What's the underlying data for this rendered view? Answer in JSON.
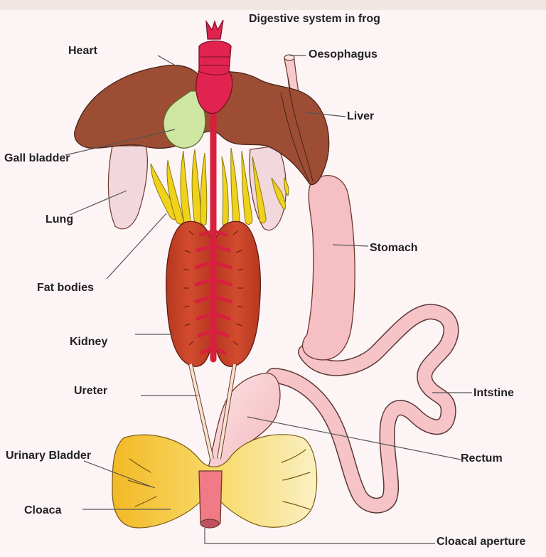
{
  "title": "Digestive system in frog",
  "labels": {
    "heart": "Heart",
    "oesophagus": "Oesophagus",
    "liver": "Liver",
    "gall_bladder": "Gall bladder",
    "lung": "Lung",
    "stomach": "Stomach",
    "fat_bodies": "Fat bodies",
    "kidney": "Kidney",
    "ureter": "Ureter",
    "intestine": "Intstine",
    "urinary_bladder": "Urinary Bladder",
    "rectum": "Rectum",
    "cloaca": "Cloaca",
    "cloacal_aperture": "Cloacal aperture"
  },
  "colors": {
    "background": "#fdf4f6",
    "heart": "#e0244f",
    "liver": "#9c4d34",
    "gall_bladder": "#cfe6a2",
    "lung": "#f2d8dc",
    "fat_bodies": "#f1d21b",
    "kidney": "#c6422b",
    "blood_vessel": "#d6203e",
    "digestive_tract": "#f6bfc3",
    "urinary_bladder": "#f6cf46"
  }
}
